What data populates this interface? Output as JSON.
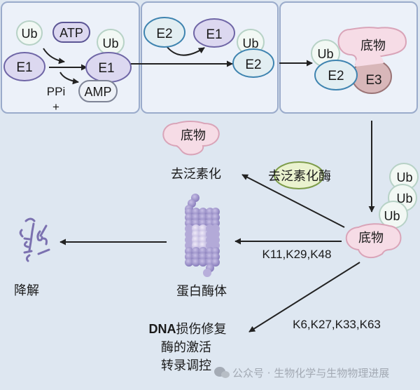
{
  "panels": {
    "e1_activation": {
      "ub": "Ub",
      "atp": "ATP",
      "e1_left": "E1",
      "e1_right": "E1",
      "ub_bound": "Ub",
      "ppi": "PPi",
      "plus": "+",
      "amp": "AMP"
    },
    "e2_conjugation": {
      "e2_left": "E2",
      "e1_released": "E1",
      "ub_bound": "Ub",
      "e2_right": "E2"
    },
    "e3_ligation": {
      "ub": "Ub",
      "substrate": "底物",
      "e2": "E2",
      "e3": "E3"
    }
  },
  "lower": {
    "deub_substrate": "底物",
    "deubiquitination": "去泛素化",
    "deubiquitinase": "去泛素化酶",
    "polyub": [
      "Ub",
      "Ub",
      "Ub"
    ],
    "substrate": "底物",
    "k_degradation": "K11,K29,K48",
    "proteasome": "蛋白酶体",
    "degradation": "降解",
    "k_signaling": "K6,K27,K33,K63",
    "outcomes": {
      "line1_bold": "DNA",
      "line1_rest": "损伤修复",
      "line2": "酶的激活",
      "line3": "转录调控"
    }
  },
  "watermark": {
    "icon": "wechat-icon",
    "text": "公众号 · 生物化学与生物物理进展"
  },
  "colors": {
    "background": "#dee7f1",
    "panel_fill": "#ecf1f9",
    "panel_border": "#9aabcb",
    "e1_fill": "#dcd8f0",
    "e1_border": "#6f66a6",
    "e2_fill": "#e2eef2",
    "e2_border": "#3f84b0",
    "e3_fill": "#d8b7b9",
    "e3_border": "#9a7476",
    "ub_fill": "#f2f8f4",
    "ub_border": "#b7d2c6",
    "substrate_fill": "#f6dce6",
    "substrate_border": "#d9a4b8",
    "dub_fill": "#eaf2cf",
    "dub_border": "#7d9c4a",
    "proteasome": "#8f84c2",
    "arrow": "#222222"
  }
}
